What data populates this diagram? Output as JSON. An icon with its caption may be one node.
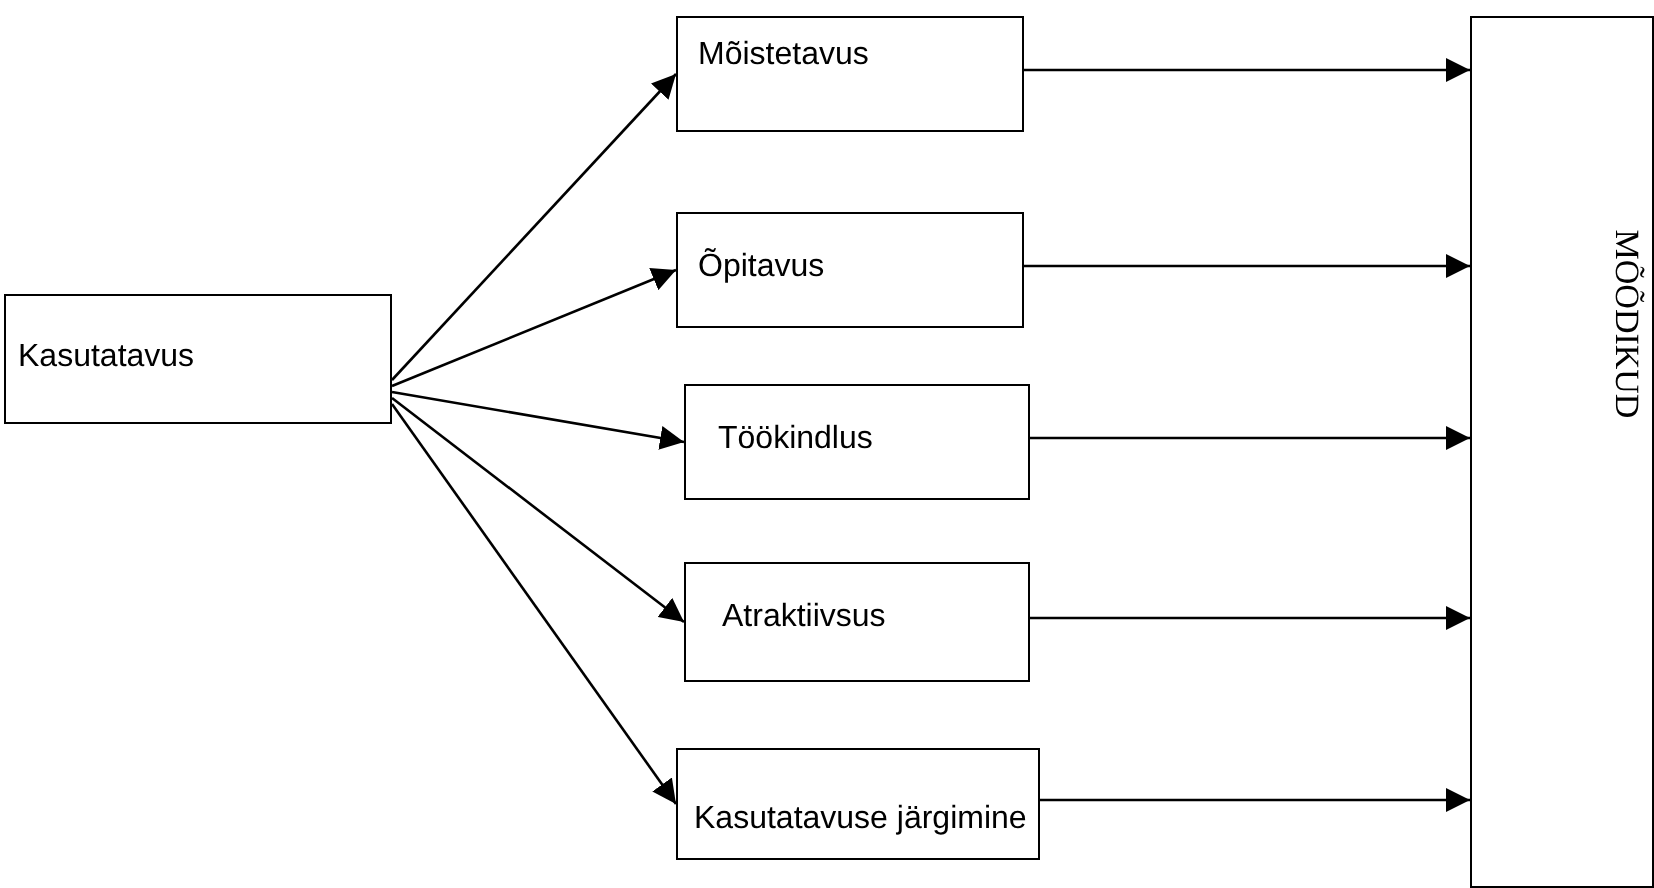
{
  "diagram": {
    "nodes": [
      {
        "text": [
          "Kasutatavus"
        ]
      },
      {
        "text": [
          "Mõistetavus"
        ]
      },
      {
        "text": [
          "Õpitavus"
        ]
      },
      {
        "text": [
          "Töökindlus"
        ]
      },
      {
        "text": [
          "Atraktiivsus"
        ]
      },
      {
        "text": [
          "Kasutatavuse järgimine"
        ]
      },
      {
        "text": [
          "MÕÕDIKUD"
        ]
      }
    ],
    "edges": [
      {
        "from": 0,
        "to": 1,
        "arrow": "to"
      },
      {
        "from": 0,
        "to": 2,
        "arrow": "to"
      },
      {
        "from": 0,
        "to": 3,
        "arrow": "to"
      },
      {
        "from": 0,
        "to": 4,
        "arrow": "to"
      },
      {
        "from": 0,
        "to": 5,
        "arrow": "to"
      },
      {
        "from": 1,
        "to": 6,
        "arrow": "to"
      },
      {
        "from": 2,
        "to": 6,
        "arrow": "to"
      },
      {
        "from": 3,
        "to": 6,
        "arrow": "to"
      },
      {
        "from": 4,
        "to": 6,
        "arrow": "to"
      },
      {
        "from": 5,
        "to": 6,
        "arrow": "to"
      }
    ]
  }
}
